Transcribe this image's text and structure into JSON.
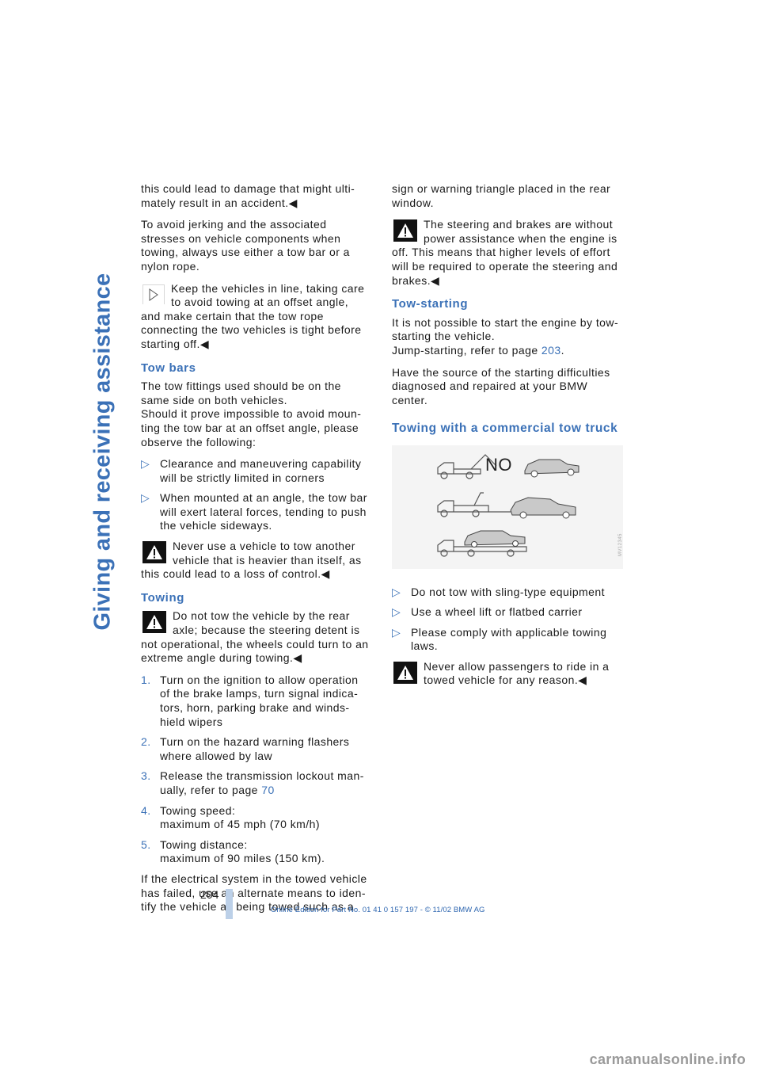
{
  "section_title": "Giving and receiving assistance",
  "page_number": "204",
  "footer": "Online Edition for Part No. 01 41 0 157 197 - © 11/02 BMW AG",
  "watermark": "carmanualsonline.info",
  "figure_code": "MV12345",
  "figure_label": "NO",
  "col1": {
    "p1": "this could lead to damage that might ulti-mately result in an accident.◀",
    "p2": "To avoid jerking and the associated stresses on vehicle components when towing, always use either a tow bar or a nylon rope.",
    "note1": "Keep the vehicles in line, taking care to avoid towing at an offset angle, and make certain that the tow rope connecting the two vehicles is tight before starting off.◀",
    "h_tow_bars": "Tow bars",
    "p3": "The tow fittings used should be on the same side on both vehicles.",
    "p4": "Should it prove impossible to avoid moun-ting the tow bar at an offset angle, please observe the following:",
    "bullet_mark": "▷",
    "b1": "Clearance and maneuvering capability will be strictly limited in corners",
    "b2": "When mounted at an angle, the tow bar will exert lateral forces, tending to push the vehicle sideways.",
    "warn1": "Never use a vehicle to tow another vehicle that is heavier than itself, as this could lead to a loss of control.◀",
    "h_towing": "Towing",
    "warn2": "Do not tow the vehicle by the rear axle; because the steering detent is not operational, the wheels could turn to an extreme angle during towing.◀",
    "steps": [
      {
        "n": "1.",
        "text": "Turn on the ignition to allow operation of the brake lamps, turn signal indica-tors, horn, parking brake and winds-hield wipers"
      },
      {
        "n": "2.",
        "text": "Turn on the hazard warning flashers where allowed by law"
      },
      {
        "n": "3.",
        "text": "Release the transmission lockout man-ually, refer to page ",
        "link": "70"
      },
      {
        "n": "4.",
        "text": "Towing speed:",
        "text2": "maximum of 45 mph (70 km/h)"
      },
      {
        "n": "5.",
        "text": "Towing distance:",
        "text2": "maximum of 90 miles (150 km)."
      }
    ],
    "p5": "If the electrical system in the towed vehicle has failed, use an alternate means to iden-tify the vehicle as being towed such as a"
  },
  "col2": {
    "p1": "sign or warning triangle placed in the rear window.",
    "warn1": "The steering and brakes are without power assistance when the engine is off. This means that higher levels of effort will be required to operate the steering and brakes.◀",
    "h_tow_starting": "Tow-starting",
    "p2": "It is not possible to start the engine by tow-starting the vehicle.",
    "p3a": "Jump-starting, refer to page ",
    "p3link": "203",
    "p3b": ".",
    "p4": "Have the source of the starting difficulties diagnosed and repaired at your BMW center.",
    "h_commercial": "Towing with a commercial tow truck",
    "bullets": [
      "Do not tow with sling-type equipment",
      "Use a wheel lift or flatbed carrier",
      "Please comply with applicable towing laws."
    ],
    "warn2": "Never allow passengers to ride in a towed vehicle for any reason.◀"
  }
}
